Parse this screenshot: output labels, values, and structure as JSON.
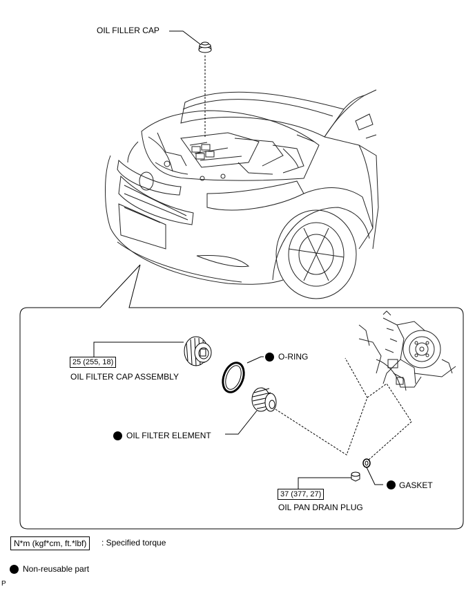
{
  "labels": {
    "oil_filler_cap": "OIL FILLER CAP",
    "oil_filter_cap_assembly": "OIL FILTER CAP ASSEMBLY",
    "o_ring": "O-RING",
    "oil_filter_element": "OIL FILTER ELEMENT",
    "gasket": "GASKET",
    "oil_pan_drain_plug": "OIL PAN DRAIN PLUG"
  },
  "torques": {
    "oil_filter_cap_assembly": "25 (255, 18)",
    "oil_pan_drain_plug": "37 (377, 27)"
  },
  "legend": {
    "torque_unit_box": "N*m (kgf*cm, ft.*lbf)",
    "torque_desc": ": Specified torque",
    "non_reusable": "Non-reusable part"
  },
  "corner_mark": "P"
}
